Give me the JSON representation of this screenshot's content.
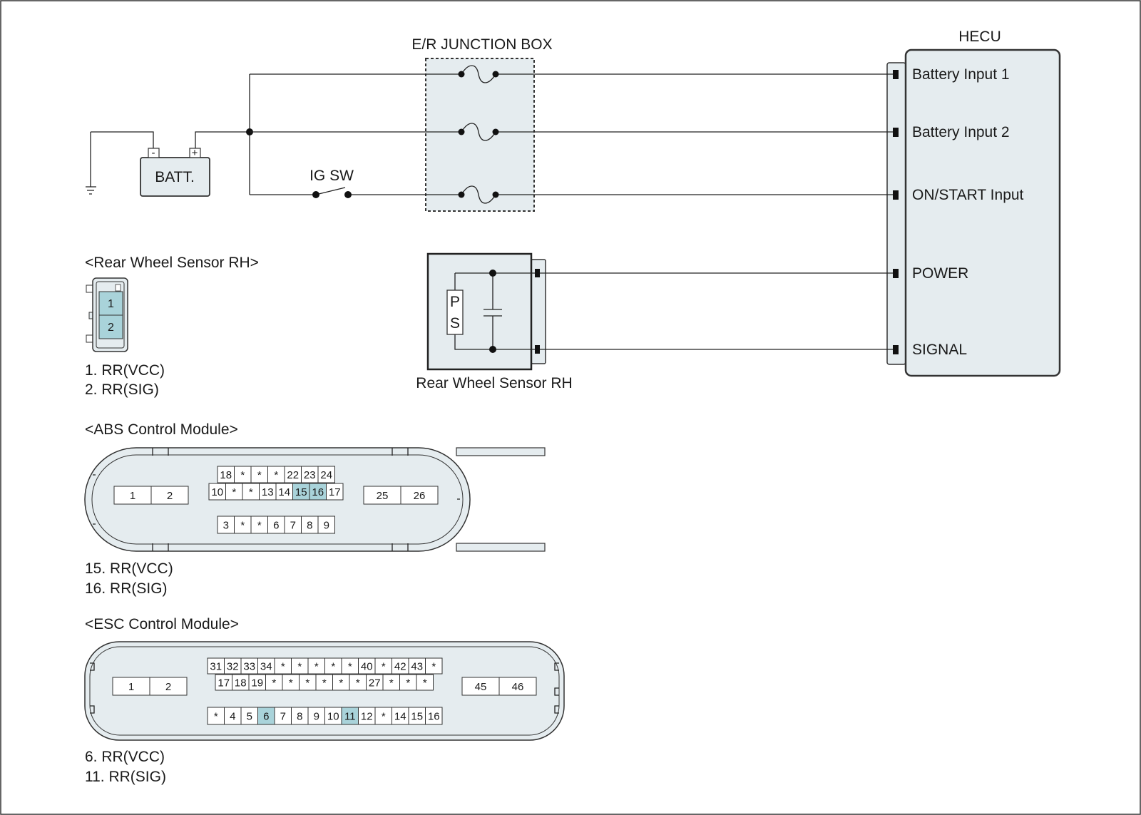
{
  "labels": {
    "junction_box": "E/R JUNCTION BOX",
    "hecu": "HECU",
    "battery": "BATT.",
    "battery_minus": "-",
    "battery_plus": "+",
    "ig_switch": "IG SW",
    "sensor_p": "P",
    "sensor_s": "S",
    "sensor_caption": "Rear Wheel Sensor RH"
  },
  "hecu_pins": [
    "Battery Input 1",
    "Battery Input 2",
    "ON/START Input",
    "POWER",
    "SIGNAL"
  ],
  "rear_sensor": {
    "title": "<Rear Wheel Sensor RH>",
    "pins": [
      {
        "label": "1",
        "hl": true
      },
      {
        "label": "2",
        "hl": true
      }
    ],
    "legend": [
      "1. RR(VCC)",
      "2. RR(SIG)"
    ]
  },
  "abs_module": {
    "title": "<ABS Control Module>",
    "left_pins": [
      "1",
      "2"
    ],
    "right_pins": [
      "25",
      "26"
    ],
    "row_top": [
      "18",
      "*",
      "*",
      "*",
      "22",
      "23",
      "24"
    ],
    "row_mid": [
      "10",
      "*",
      "*",
      "13",
      "14",
      "15",
      "16",
      "17"
    ],
    "row_bot": [
      "3",
      "*",
      "*",
      "6",
      "7",
      "8",
      "9"
    ],
    "highlight": [
      "15",
      "16"
    ],
    "legend": [
      "15. RR(VCC)",
      "16. RR(SIG)"
    ]
  },
  "esc_module": {
    "title": "<ESC Control Module>",
    "left_pins": [
      "1",
      "2"
    ],
    "right_pins": [
      "45",
      "46"
    ],
    "row_top": [
      "31",
      "32",
      "33",
      "34",
      "*",
      "*",
      "*",
      "*",
      "*",
      "40",
      "*",
      "42",
      "43",
      "*"
    ],
    "row_mid": [
      "17",
      "18",
      "19",
      "*",
      "*",
      "*",
      "*",
      "*",
      "*",
      "27",
      "*",
      "*",
      "*"
    ],
    "row_bot": [
      "*",
      "4",
      "5",
      "6",
      "7",
      "8",
      "9",
      "10",
      "11",
      "12",
      "*",
      "14",
      "15",
      "16"
    ],
    "highlight": [
      "6",
      "11"
    ],
    "legend": [
      "6. RR(VCC)",
      "11. RR(SIG)"
    ]
  },
  "colors": {
    "connector_fill": "#e5ecef",
    "highlight_fill": "#a9d3da",
    "line": "#222222"
  }
}
